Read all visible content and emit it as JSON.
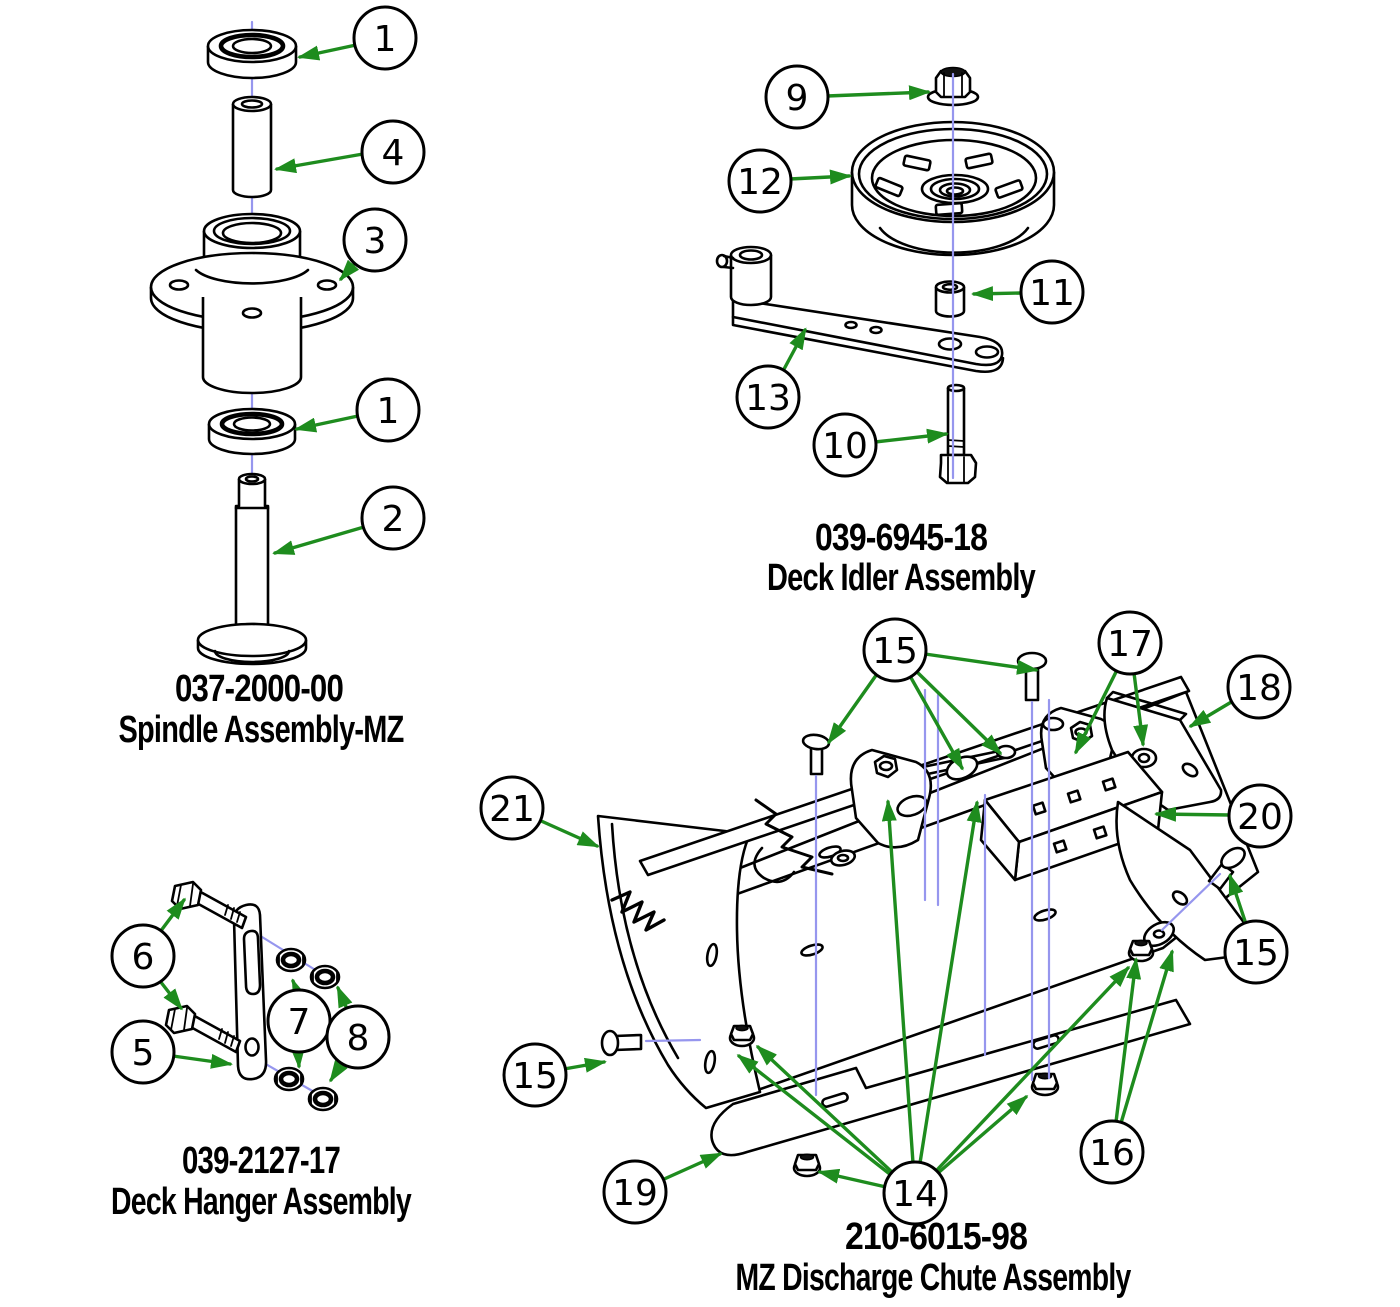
{
  "colors": {
    "arrow": "#1e8c1e",
    "centerline": "#9696ee",
    "line": "#000000",
    "background": "#ffffff"
  },
  "assemblies": [
    {
      "id": "spindle",
      "part_number": "037-2000-00",
      "name": "Spindle Assembly-MZ",
      "callouts": [
        {
          "label": "1"
        },
        {
          "label": "4"
        },
        {
          "label": "3"
        },
        {
          "label": "1"
        },
        {
          "label": "2"
        }
      ]
    },
    {
      "id": "deck-idler",
      "part_number": "039-6945-18",
      "name": "Deck Idler Assembly",
      "callouts": [
        {
          "label": "9"
        },
        {
          "label": "12"
        },
        {
          "label": "11"
        },
        {
          "label": "13"
        },
        {
          "label": "10"
        }
      ]
    },
    {
      "id": "deck-hanger",
      "part_number": "039-2127-17",
      "name": "Deck Hanger Assembly",
      "callouts": [
        {
          "label": "6"
        },
        {
          "label": "5"
        },
        {
          "label": "7"
        },
        {
          "label": "8"
        }
      ]
    },
    {
      "id": "discharge-chute",
      "part_number": "210-6015-98",
      "name": "MZ Discharge Chute Assembly",
      "callouts": [
        {
          "label": "15"
        },
        {
          "label": "17"
        },
        {
          "label": "18"
        },
        {
          "label": "21"
        },
        {
          "label": "20"
        },
        {
          "label": "15"
        },
        {
          "label": "15"
        },
        {
          "label": "16"
        },
        {
          "label": "19"
        },
        {
          "label": "14"
        }
      ]
    }
  ]
}
